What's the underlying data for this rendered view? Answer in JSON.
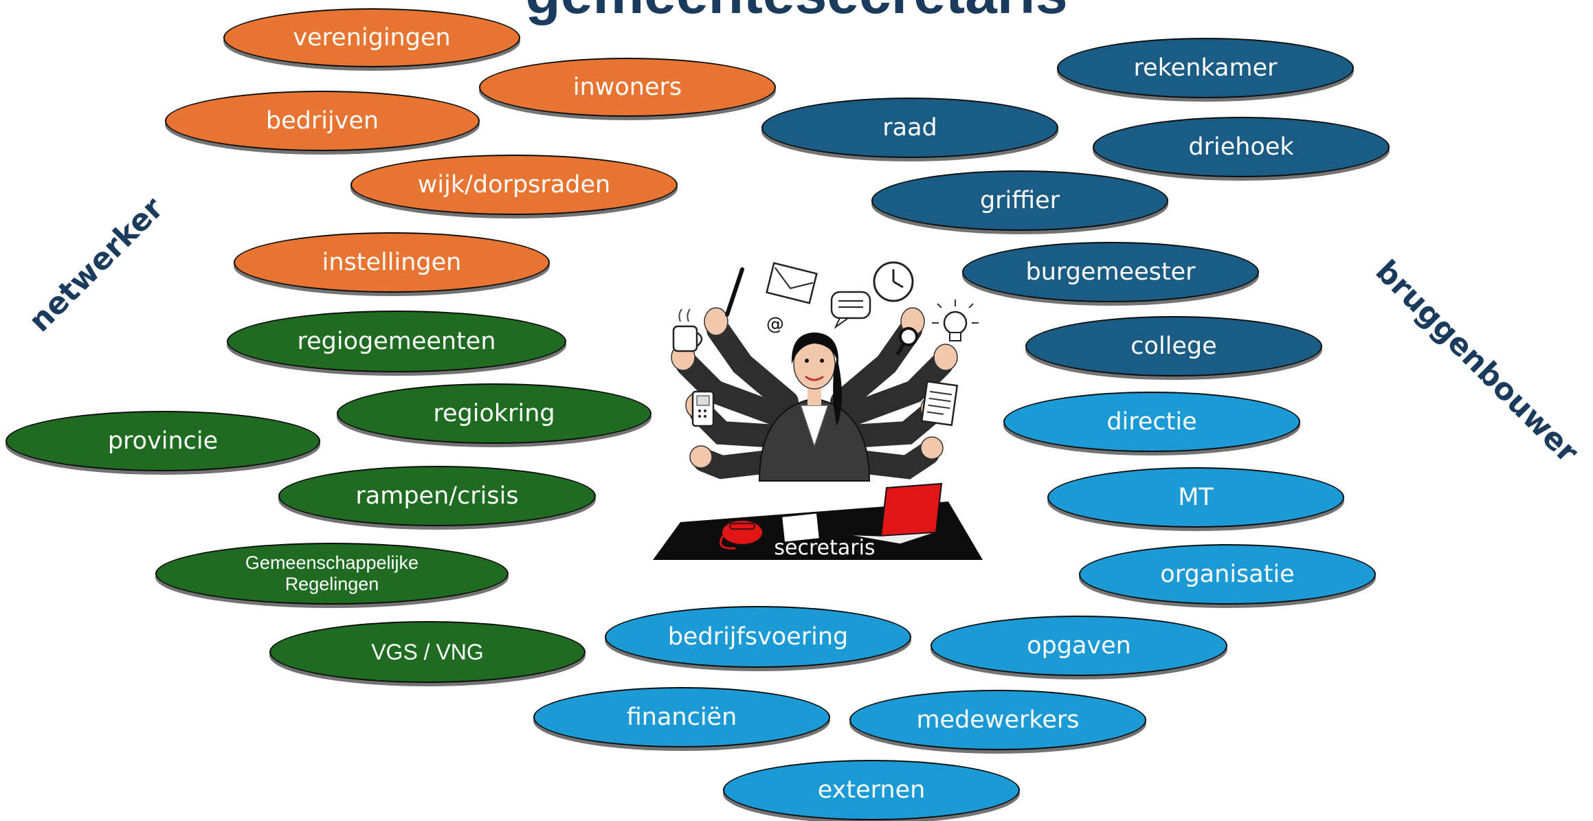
{
  "title": "gemeentesecretaris",
  "side_labels": {
    "left": "netwerker",
    "right": "bruggenbouwer"
  },
  "colors": {
    "orange": "#e87432",
    "green": "#1f6b22",
    "dark_blue": "#1a5c84",
    "light_blue": "#1c9ad6",
    "title": "#1b3b5c"
  },
  "ovals": {
    "orange": [
      "verenigingen",
      "inwoners",
      "bedrijven",
      "wijk/dorpsraden",
      "instellingen"
    ],
    "green": [
      "regiogemeenten",
      "regiokring",
      "provincie",
      "rampen/crisis",
      "Gemeenschappelijke\nRegelingen",
      "VGS / VNG"
    ],
    "dark_blue": [
      "rekenkamer",
      "raad",
      "driehoek",
      "griffier",
      "burgemeester",
      "college"
    ],
    "light_blue": [
      "directie",
      "MT",
      "organisatie",
      "bedrijfsvoering",
      "opgaven",
      "financiën",
      "medewerkers",
      "externen"
    ]
  },
  "center": {
    "caption": "secretaris",
    "icons": [
      "coffee-cup-icon",
      "pen-icon",
      "envelope-icon",
      "at-sign-icon",
      "speech-bubble-icon",
      "clock-icon",
      "magnifier-icon",
      "light-bulb-icon",
      "phone-icon",
      "document-icon",
      "telephone-icon",
      "laptop-icon"
    ]
  }
}
